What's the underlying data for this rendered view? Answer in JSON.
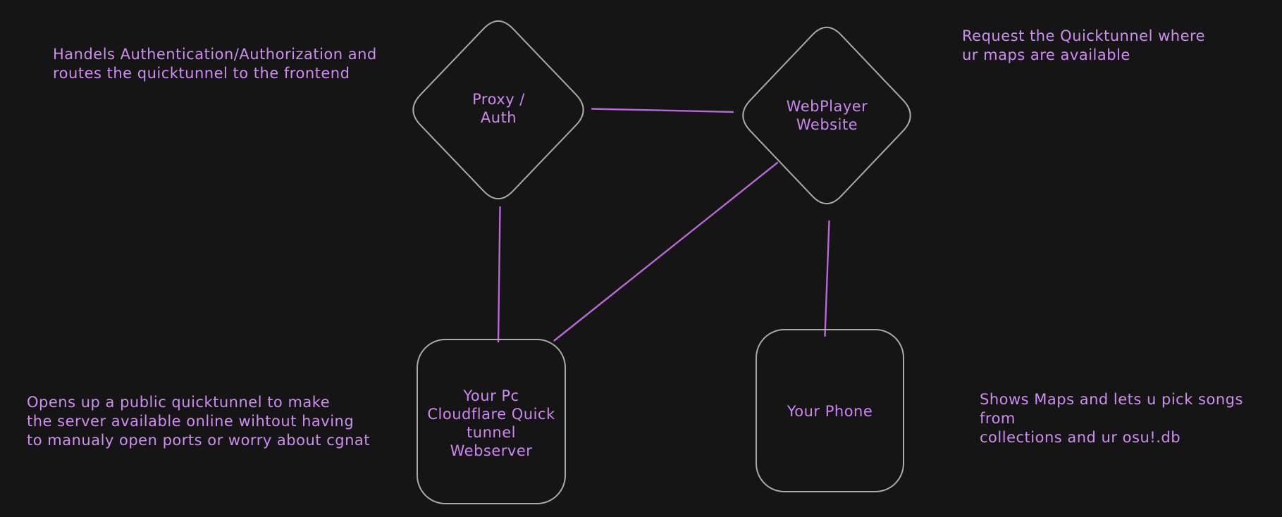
{
  "canvas": {
    "background": "#151515"
  },
  "palette": {
    "canvas_bg": "#151515",
    "shape_stroke": "#b4b8bc",
    "connector": "#bc66dd",
    "node_text": "#cd87f0",
    "note_text": "#cf8df2"
  },
  "nodes": [
    {
      "id": "proxy-auth",
      "shape": "diamond",
      "label": "Proxy /\nAuth"
    },
    {
      "id": "webplayer-website",
      "shape": "diamond",
      "label": "WebPlayer\nWebsite"
    },
    {
      "id": "pc-quicktunnel-webserver",
      "shape": "rounded-rectangle",
      "label": "Your Pc\nCloudflare Quick\ntunnel\nWebserver"
    },
    {
      "id": "your-phone",
      "shape": "rounded-rectangle",
      "label": "Your Phone"
    }
  ],
  "annotations": [
    {
      "id": "proxy-auth-note",
      "text": "Handels Authentication/Authorization and\nroutes the quicktunnel to the frontend"
    },
    {
      "id": "webplayer-note",
      "text": "Request the Quicktunnel where\nur maps are available"
    },
    {
      "id": "webserver-note",
      "text": "Opens up a public quicktunnel to make\nthe server available online wihtout having\nto manualy open ports or worry about cgnat"
    },
    {
      "id": "phone-note",
      "text": "Shows Maps and lets u pick songs from\ncollections and ur osu!.db"
    }
  ],
  "connections": [
    {
      "from": "proxy-auth",
      "to": "webplayer-website"
    },
    {
      "from": "proxy-auth",
      "to": "pc-quicktunnel-webserver"
    },
    {
      "from": "webplayer-website",
      "to": "pc-quicktunnel-webserver"
    },
    {
      "from": "webplayer-website",
      "to": "your-phone"
    }
  ]
}
